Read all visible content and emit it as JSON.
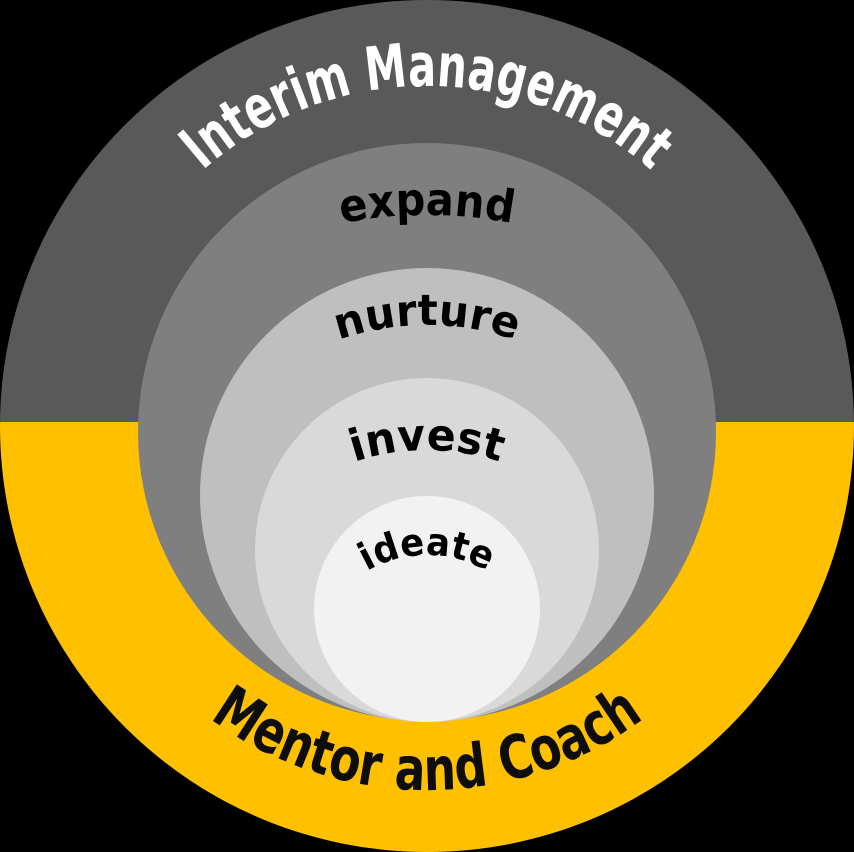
{
  "diagram": {
    "type": "nested-circles",
    "background": "#000000",
    "outer_ring": {
      "top_label": "Interim Management",
      "bottom_label": "Mentor and Coach",
      "top_color": "#595959",
      "bottom_color": "#FFC000",
      "top_label_color": "#FFFFFF",
      "bottom_label_color": "#0D0D0D"
    },
    "levels": [
      {
        "label": "expand",
        "color": "#7F7F7F"
      },
      {
        "label": "nurture",
        "color": "#BFBFBF"
      },
      {
        "label": "invest",
        "color": "#D9D9D9"
      },
      {
        "label": "ideate",
        "color": "#F2F2F2"
      }
    ],
    "level_label_color": "#000000"
  }
}
